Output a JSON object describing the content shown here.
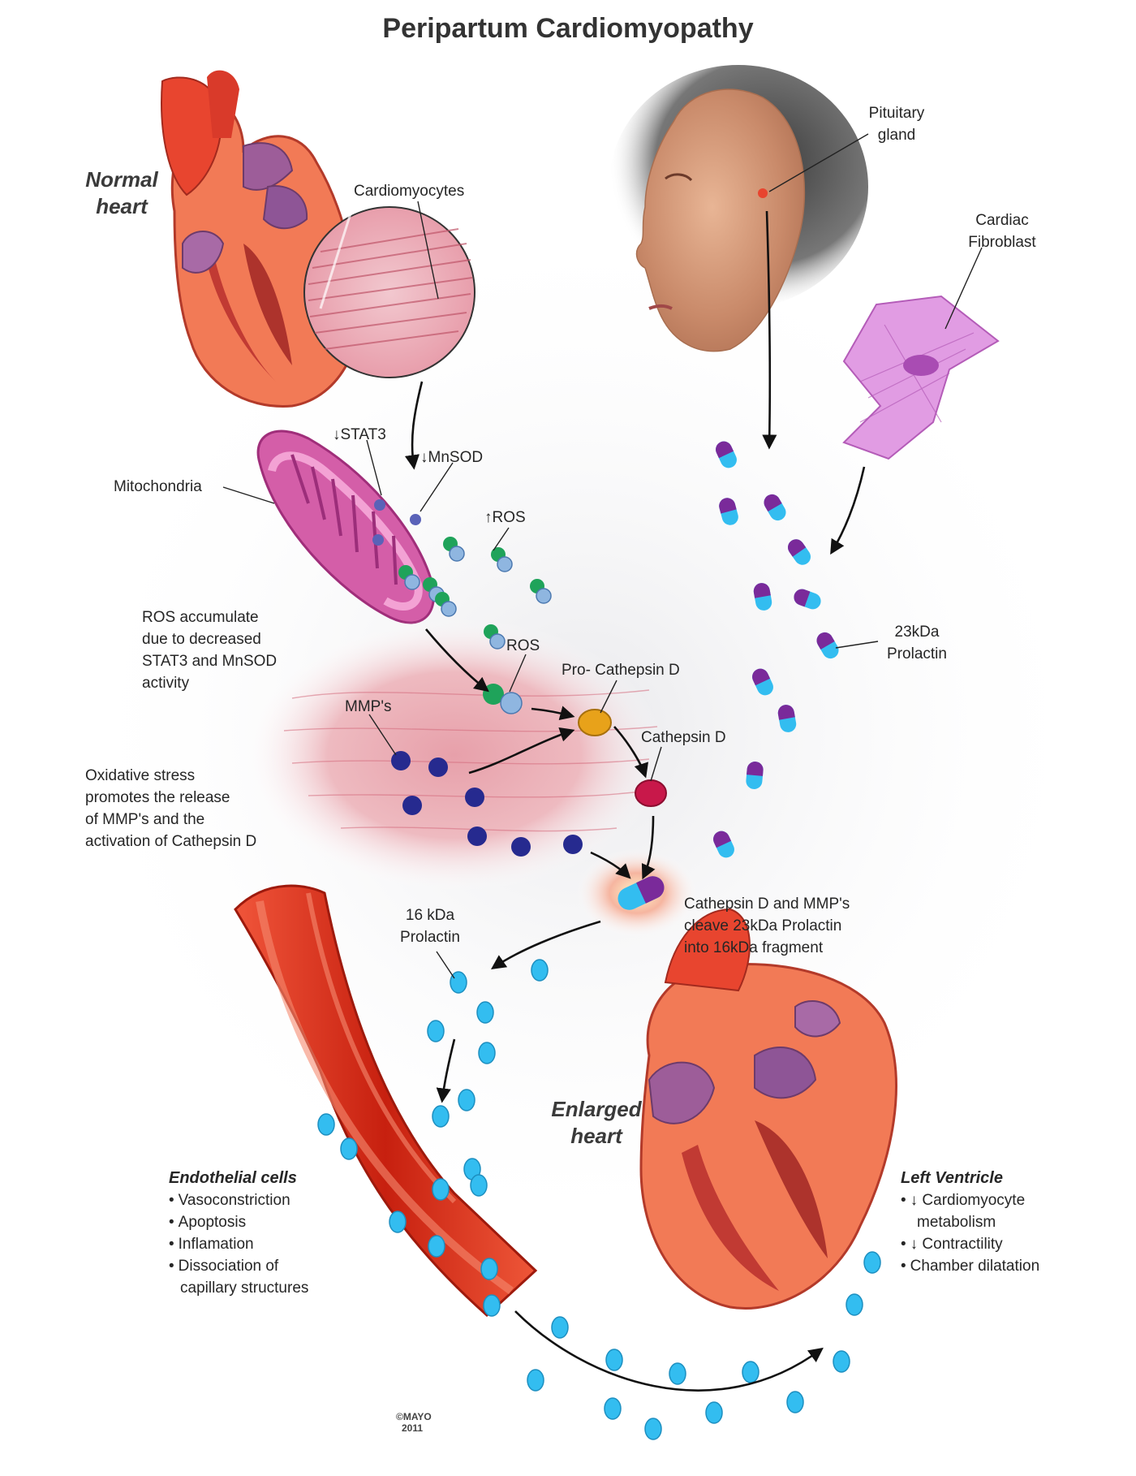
{
  "title": "Peripartum Cardiomyopathy",
  "labels": {
    "normal_heart": [
      "Normal",
      "heart"
    ],
    "cardiomyocytes": "Cardiomyocytes",
    "pituitary": [
      "Pituitary",
      "gland"
    ],
    "fibroblast": [
      "Cardiac",
      "Fibroblast"
    ],
    "stat3": "↓STAT3",
    "mnsod": "↓MnSOD",
    "mitochondria": "Mitochondria",
    "ros_up": "↑ROS",
    "ros": "ROS",
    "ros_note": [
      "ROS accumulate",
      "due to decreased",
      "STAT3 and MnSOD",
      "activity"
    ],
    "pro_cathepsin": "Pro- Cathepsin D",
    "mmps": "MMP's",
    "cathepsin": "Cathepsin D",
    "prolactin23": [
      "23kDa",
      "Prolactin"
    ],
    "oxidative_note": [
      "Oxidative stress",
      "promotes the release",
      "of MMP's and the",
      "activation of Cathepsin D"
    ],
    "cleave_note": [
      "Cathepsin D and MMP's",
      "cleave 23kDa Prolactin",
      "into 16kDa fragment"
    ],
    "prolactin16": [
      "16 kDa",
      "Prolactin"
    ],
    "enlarged_heart": [
      "Enlarged",
      "heart"
    ],
    "credit": [
      "©MAYO",
      "2011"
    ]
  },
  "endothelial": {
    "heading": "Endothelial cells",
    "items": [
      "Vasoconstriction",
      "Apoptosis",
      "Inflamation",
      "Dissociation of",
      "capillary structures"
    ]
  },
  "left_ventricle": {
    "heading": "Left Ventricle",
    "items": [
      "↓ Cardiomyocyte",
      "metabolism",
      "↓ Contractility",
      "Chamber dilatation"
    ]
  },
  "colors": {
    "heart_red": "#e8452f",
    "heart_orange": "#f27a56",
    "heart_purple": "#9d5d99",
    "vessel_red": "#e23a22",
    "ros_green": "#1fa35a",
    "ros_blue": "#8fb6e0",
    "mmp_navy": "#262a8f",
    "cathepsin": "#c8184a",
    "pro_cathepsin": "#e8a21a",
    "prolactin_cyan": "#33bdf0",
    "prolactin_purple": "#7a2a9a",
    "fibroblast_pink": "#d77ad8",
    "tissue_pink": "#e98a98"
  }
}
